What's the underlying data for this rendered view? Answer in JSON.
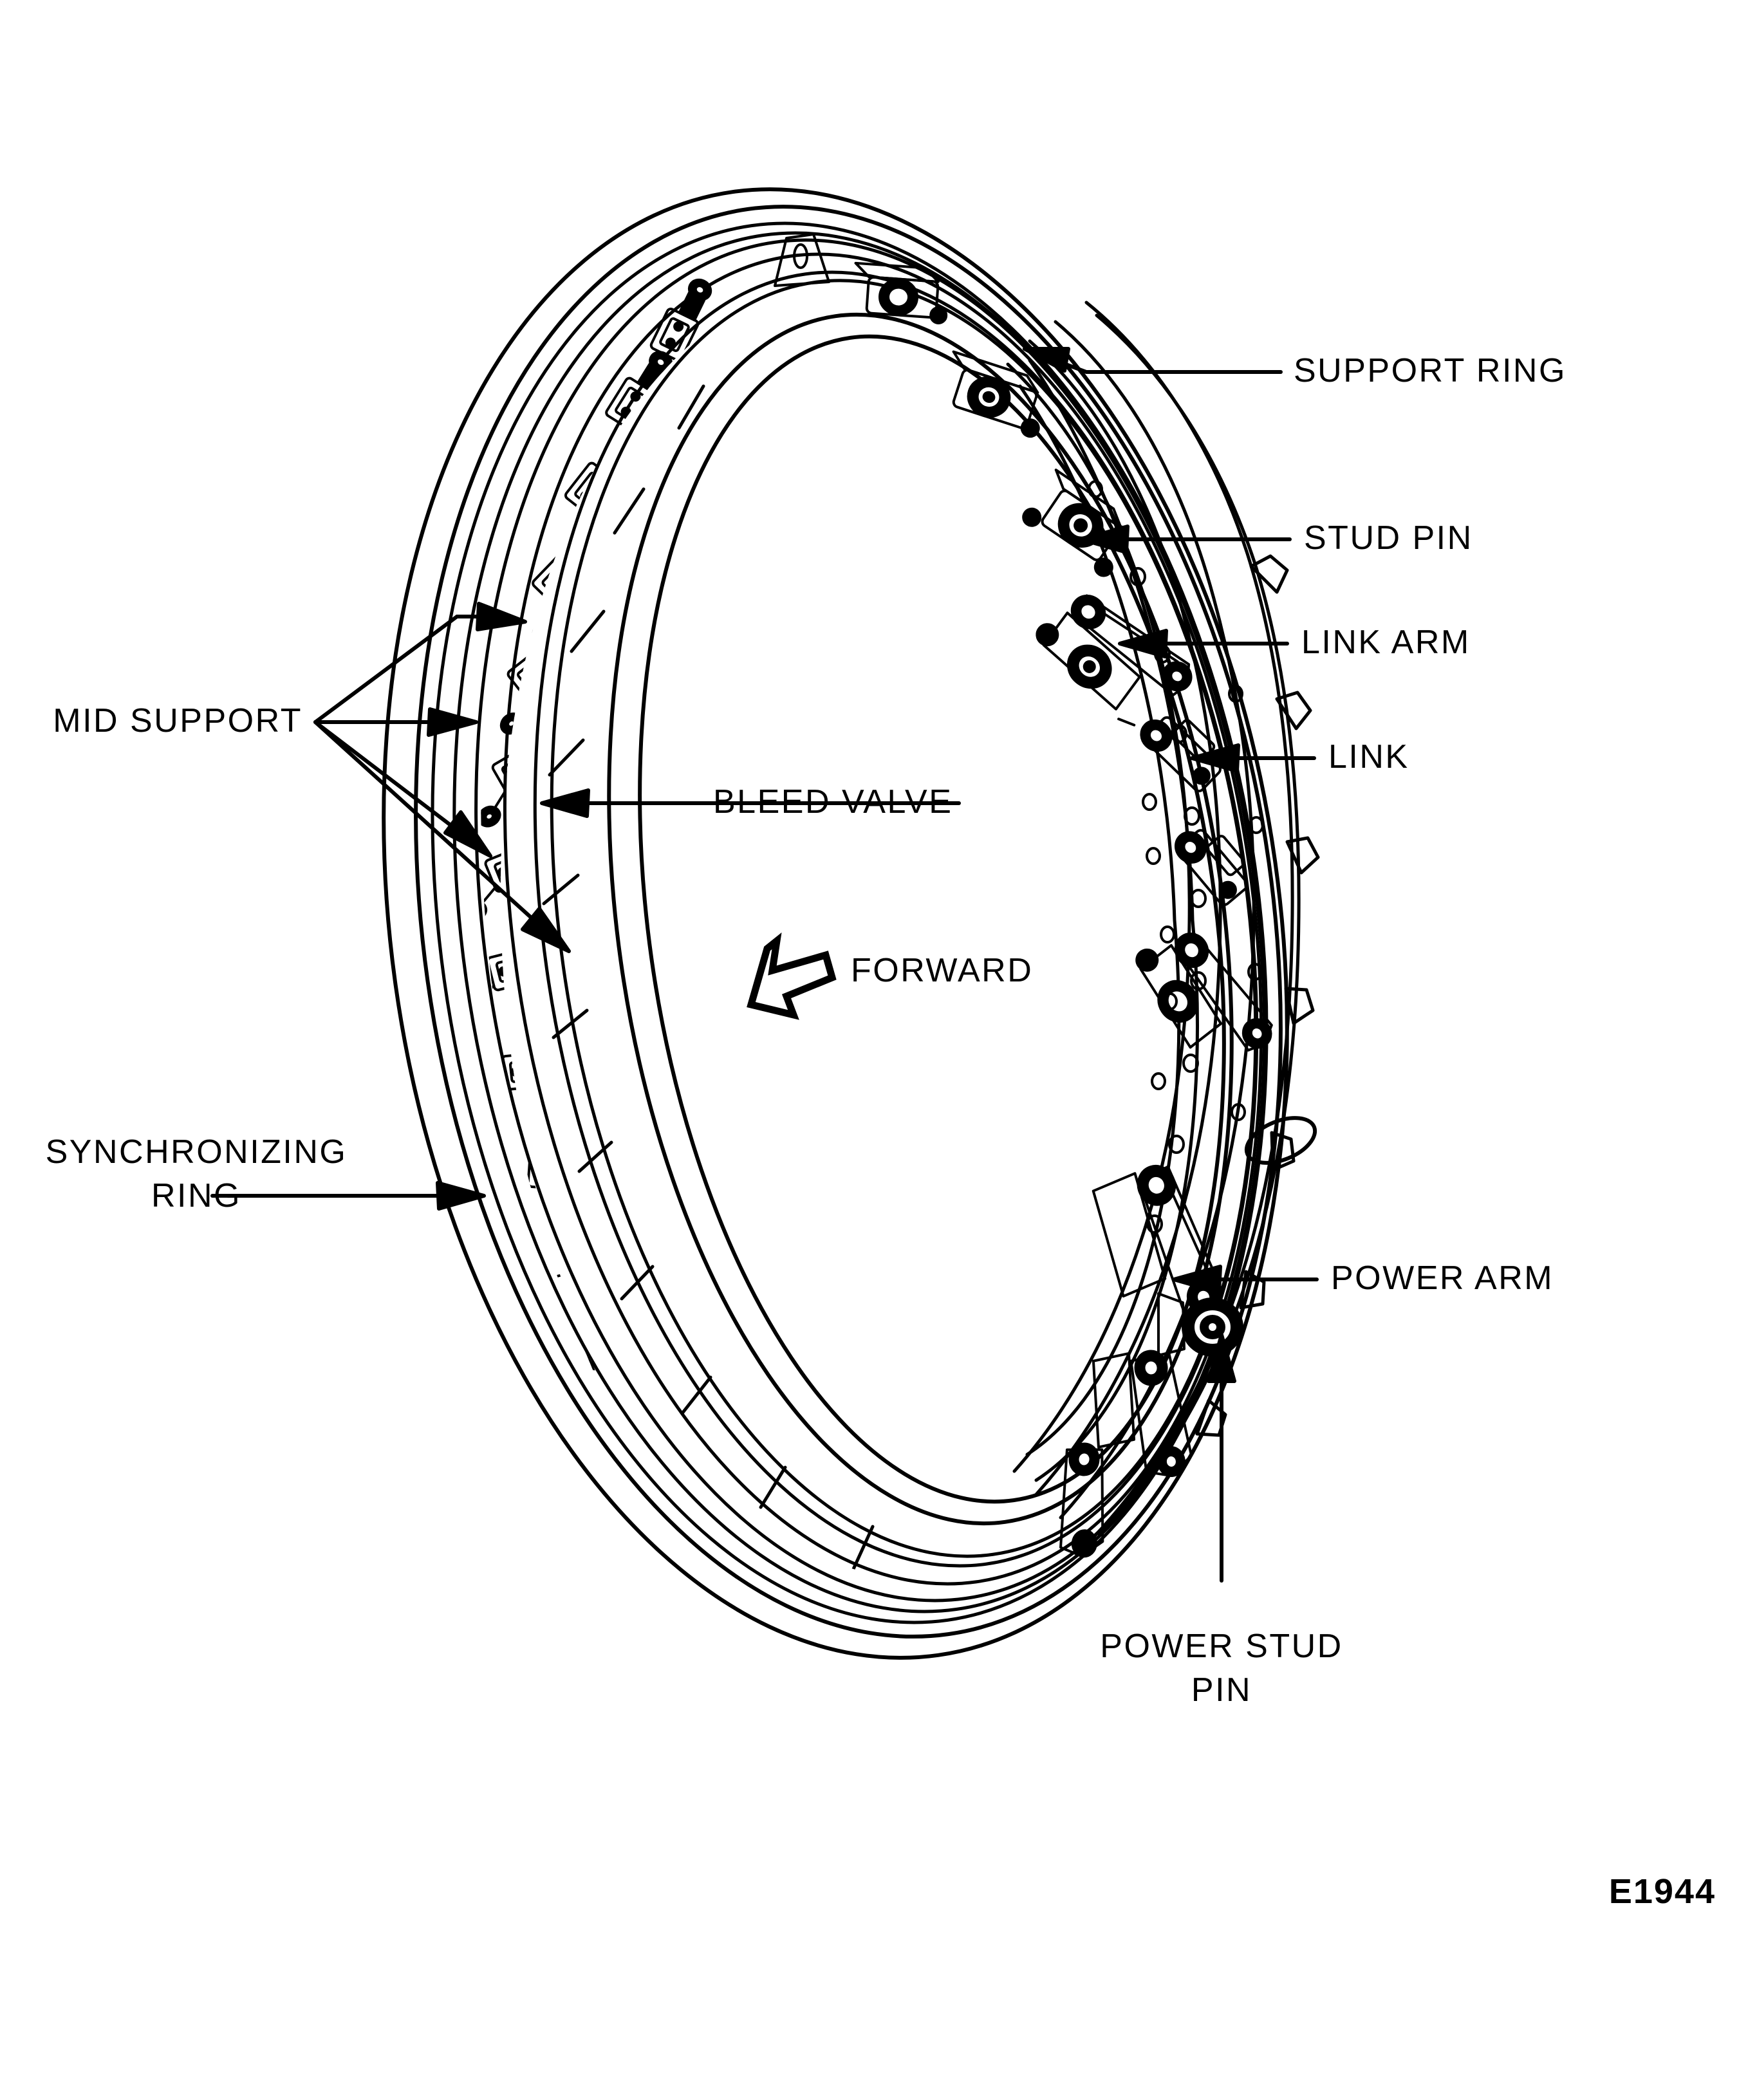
{
  "figure": {
    "number": "E1944",
    "subject": "compressor-bleed-valve-synchronizing-ring-assembly",
    "line_color": "#000000",
    "background_color": "#ffffff"
  },
  "callouts": {
    "support_ring": "SUPPORT RING",
    "stud_pin": "STUD PIN",
    "link_arm": "LINK ARM",
    "link": "LINK",
    "mid_support": "MID SUPPORT",
    "bleed_valve": "BLEED VALVE",
    "forward": "FORWARD",
    "synchronizing_ring_line1": "SYNCHRONIZING",
    "synchronizing_ring_line2": "RING",
    "power_arm": "POWER ARM",
    "power_stud_pin_line1": "POWER STUD",
    "power_stud_pin_line2": "PIN"
  },
  "icons": {
    "forward_arrow": "block-arrow-down-left",
    "leader_arrow": "arrowhead"
  }
}
